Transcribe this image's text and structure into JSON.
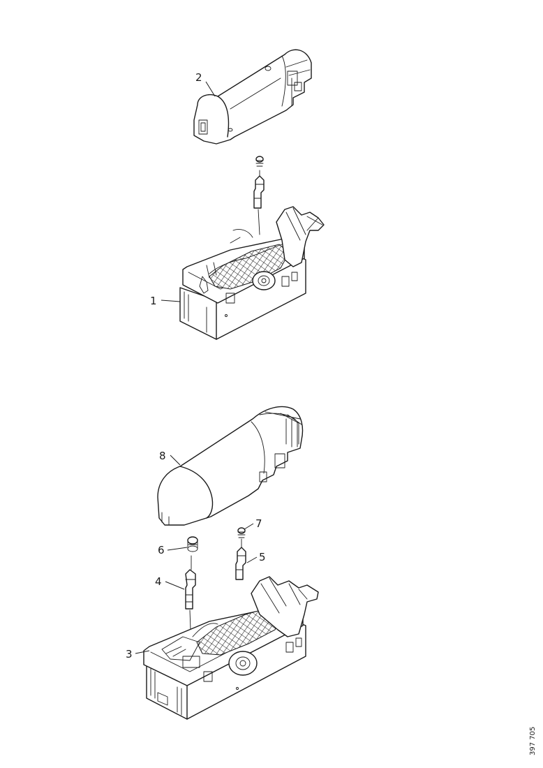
{
  "callouts": {
    "c1": "1",
    "c2": "2",
    "c3": "3",
    "c4": "4",
    "c5": "5",
    "c6": "6",
    "c7": "7",
    "c8": "8"
  },
  "doc_ref": "397 705"
}
